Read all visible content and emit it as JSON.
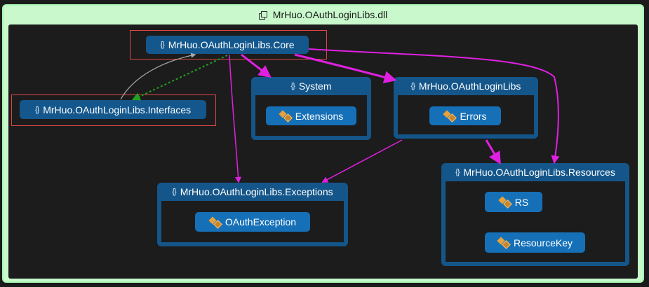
{
  "diagram": {
    "title": "MrHuo.OAuthLoginLibs.dll",
    "nodes": {
      "core": "MrHuo.OAuthLoginLibs.Core",
      "interfaces": "MrHuo.OAuthLoginLibs.Interfaces"
    },
    "groups": {
      "system": {
        "title": "System",
        "members": [
          "Extensions"
        ]
      },
      "libs": {
        "title": "MrHuo.OAuthLoginLibs",
        "members": [
          "Errors"
        ]
      },
      "exceptions": {
        "title": "MrHuo.OAuthLoginLibs.Exceptions",
        "members": [
          "OAuthException"
        ]
      },
      "resources": {
        "title": "MrHuo.OAuthLoginLibs.Resources",
        "members": [
          "RS",
          "ResourceKey"
        ]
      }
    },
    "edges": [
      {
        "from": "core",
        "to": "system"
      },
      {
        "from": "core",
        "to": "libs"
      },
      {
        "from": "core",
        "to": "resources"
      },
      {
        "from": "core",
        "to": "exceptions"
      },
      {
        "from": "core",
        "to": "interfaces"
      },
      {
        "from": "interfaces",
        "to": "core"
      },
      {
        "from": "libs",
        "to": "exceptions"
      },
      {
        "from": "libs",
        "to": "resources"
      }
    ],
    "colors": {
      "frame": "#a9f5b3",
      "namespace": "#14568a",
      "class_node": "#1570b8",
      "dependency_edge": "#e020e0",
      "implements_edge": "#22a022",
      "reference_edge": "#aaaaaa",
      "selection": "#e04545"
    }
  }
}
